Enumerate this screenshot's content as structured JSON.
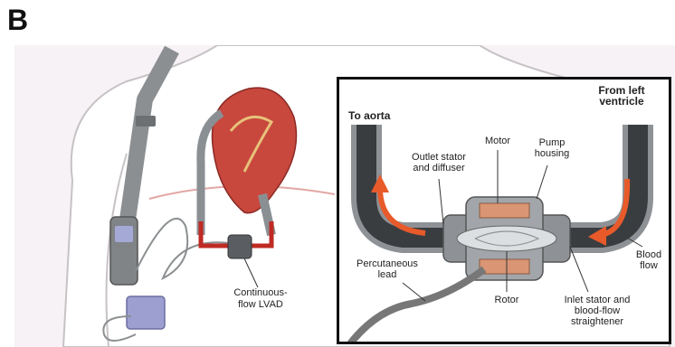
{
  "panel": {
    "letter": "B"
  },
  "overview": {
    "device_label_line1": "Continuous-",
    "device_label_line2": "flow LVAD"
  },
  "inset": {
    "to_aorta": "To aorta",
    "from_left_line1": "From left",
    "from_left_line2": "ventricle",
    "outlet_line1": "Outlet stator",
    "outlet_line2": "and diffuser",
    "motor": "Motor",
    "pump_line1": "Pump",
    "pump_line2": "housing",
    "perc_line1": "Percutaneous",
    "perc_line2": "lead",
    "rotor": "Rotor",
    "inlet_line1": "Inlet stator and",
    "inlet_line2": "blood-flow",
    "inlet_line3": "straightener",
    "blood_line1": "Blood",
    "blood_line2": "flow"
  },
  "colors": {
    "skin": "#f3eef2",
    "heart": "#c8483e",
    "blood_arrow": "#e85a2a",
    "motor": "#d99574",
    "graft": "#8a8f94",
    "battery": "#9c9fd0"
  }
}
